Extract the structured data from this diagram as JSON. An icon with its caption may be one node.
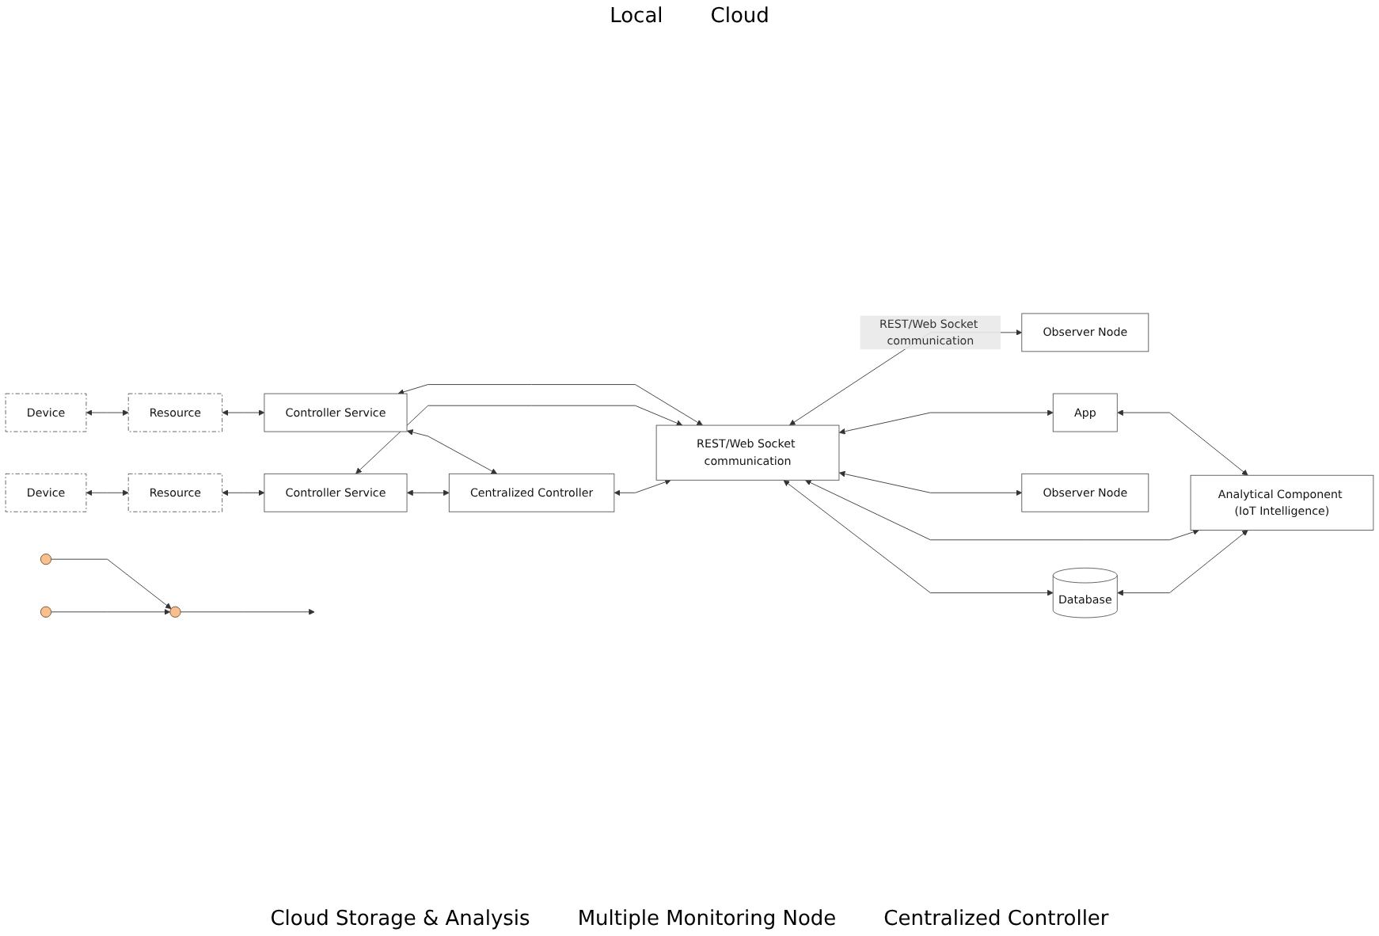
{
  "diagram": {
    "nodes": [
      {
        "text": [
          "Observer Node"
        ]
      },
      {
        "text": [
          "App"
        ]
      },
      {
        "text": [
          "Observer Node"
        ]
      },
      {
        "text": [
          "Controller Service"
        ]
      },
      {
        "text": [
          "Controller Service"
        ]
      },
      {
        "text": [
          "Centralized Controller"
        ]
      },
      {
        "text": [
          "REST/Web Socket communication"
        ]
      },
      {
        "text": [
          "Analytical Component (IoT Intelligence)"
        ]
      },
      {
        "text": [
          "Resource"
        ]
      },
      {
        "text": [
          "Resource"
        ]
      },
      {
        "text": [
          "Device"
        ]
      },
      {
        "text": [
          "Device"
        ]
      },
      {
        "text": [
          "Database"
        ]
      },
      {
        "text": [],
        "shape": "circle"
      },
      {
        "text": [],
        "shape": "circle"
      },
      {
        "text": [],
        "shape": "circle"
      }
    ],
    "edges": [
      {
        "from": 6,
        "to": 0,
        "arrow": "both",
        "label": "REST/Web Socket communication"
      },
      {
        "from": 3,
        "to": 5,
        "arrow": "both"
      },
      {
        "from": 3,
        "to": 6,
        "arrow": "both"
      },
      {
        "from": 4,
        "to": 6,
        "arrow": "both"
      },
      {
        "from": 4,
        "to": 5,
        "arrow": "both"
      },
      {
        "from": 5,
        "to": 6,
        "arrow": "both"
      },
      {
        "from": 6,
        "to": 1,
        "arrow": "both"
      },
      {
        "from": 1,
        "to": 7,
        "arrow": "both"
      },
      {
        "from": 6,
        "to": 2,
        "arrow": "both"
      },
      {
        "from": 6,
        "to": 7,
        "arrow": "both"
      },
      {
        "from": 6,
        "to": 12,
        "arrow": "both"
      },
      {
        "from": 12,
        "to": 7,
        "arrow": "both"
      },
      {
        "from": 3,
        "to": 8,
        "arrow": "both"
      },
      {
        "from": 8,
        "to": 10,
        "arrow": "both"
      },
      {
        "from": 4,
        "to": 9,
        "arrow": "both"
      },
      {
        "from": 9,
        "to": 11,
        "arrow": "both"
      },
      {
        "from": 13,
        "to": 15,
        "arrow": "to"
      },
      {
        "from": 14,
        "to": 15,
        "arrow": "to"
      },
      {
        "from": 15,
        "to": null,
        "arrow": "to"
      }
    ],
    "labels": [
      "Local",
      "Cloud",
      "Cloud Storage & Analysis",
      "Multiple Monitoring Node",
      "Centralized Controller"
    ]
  }
}
